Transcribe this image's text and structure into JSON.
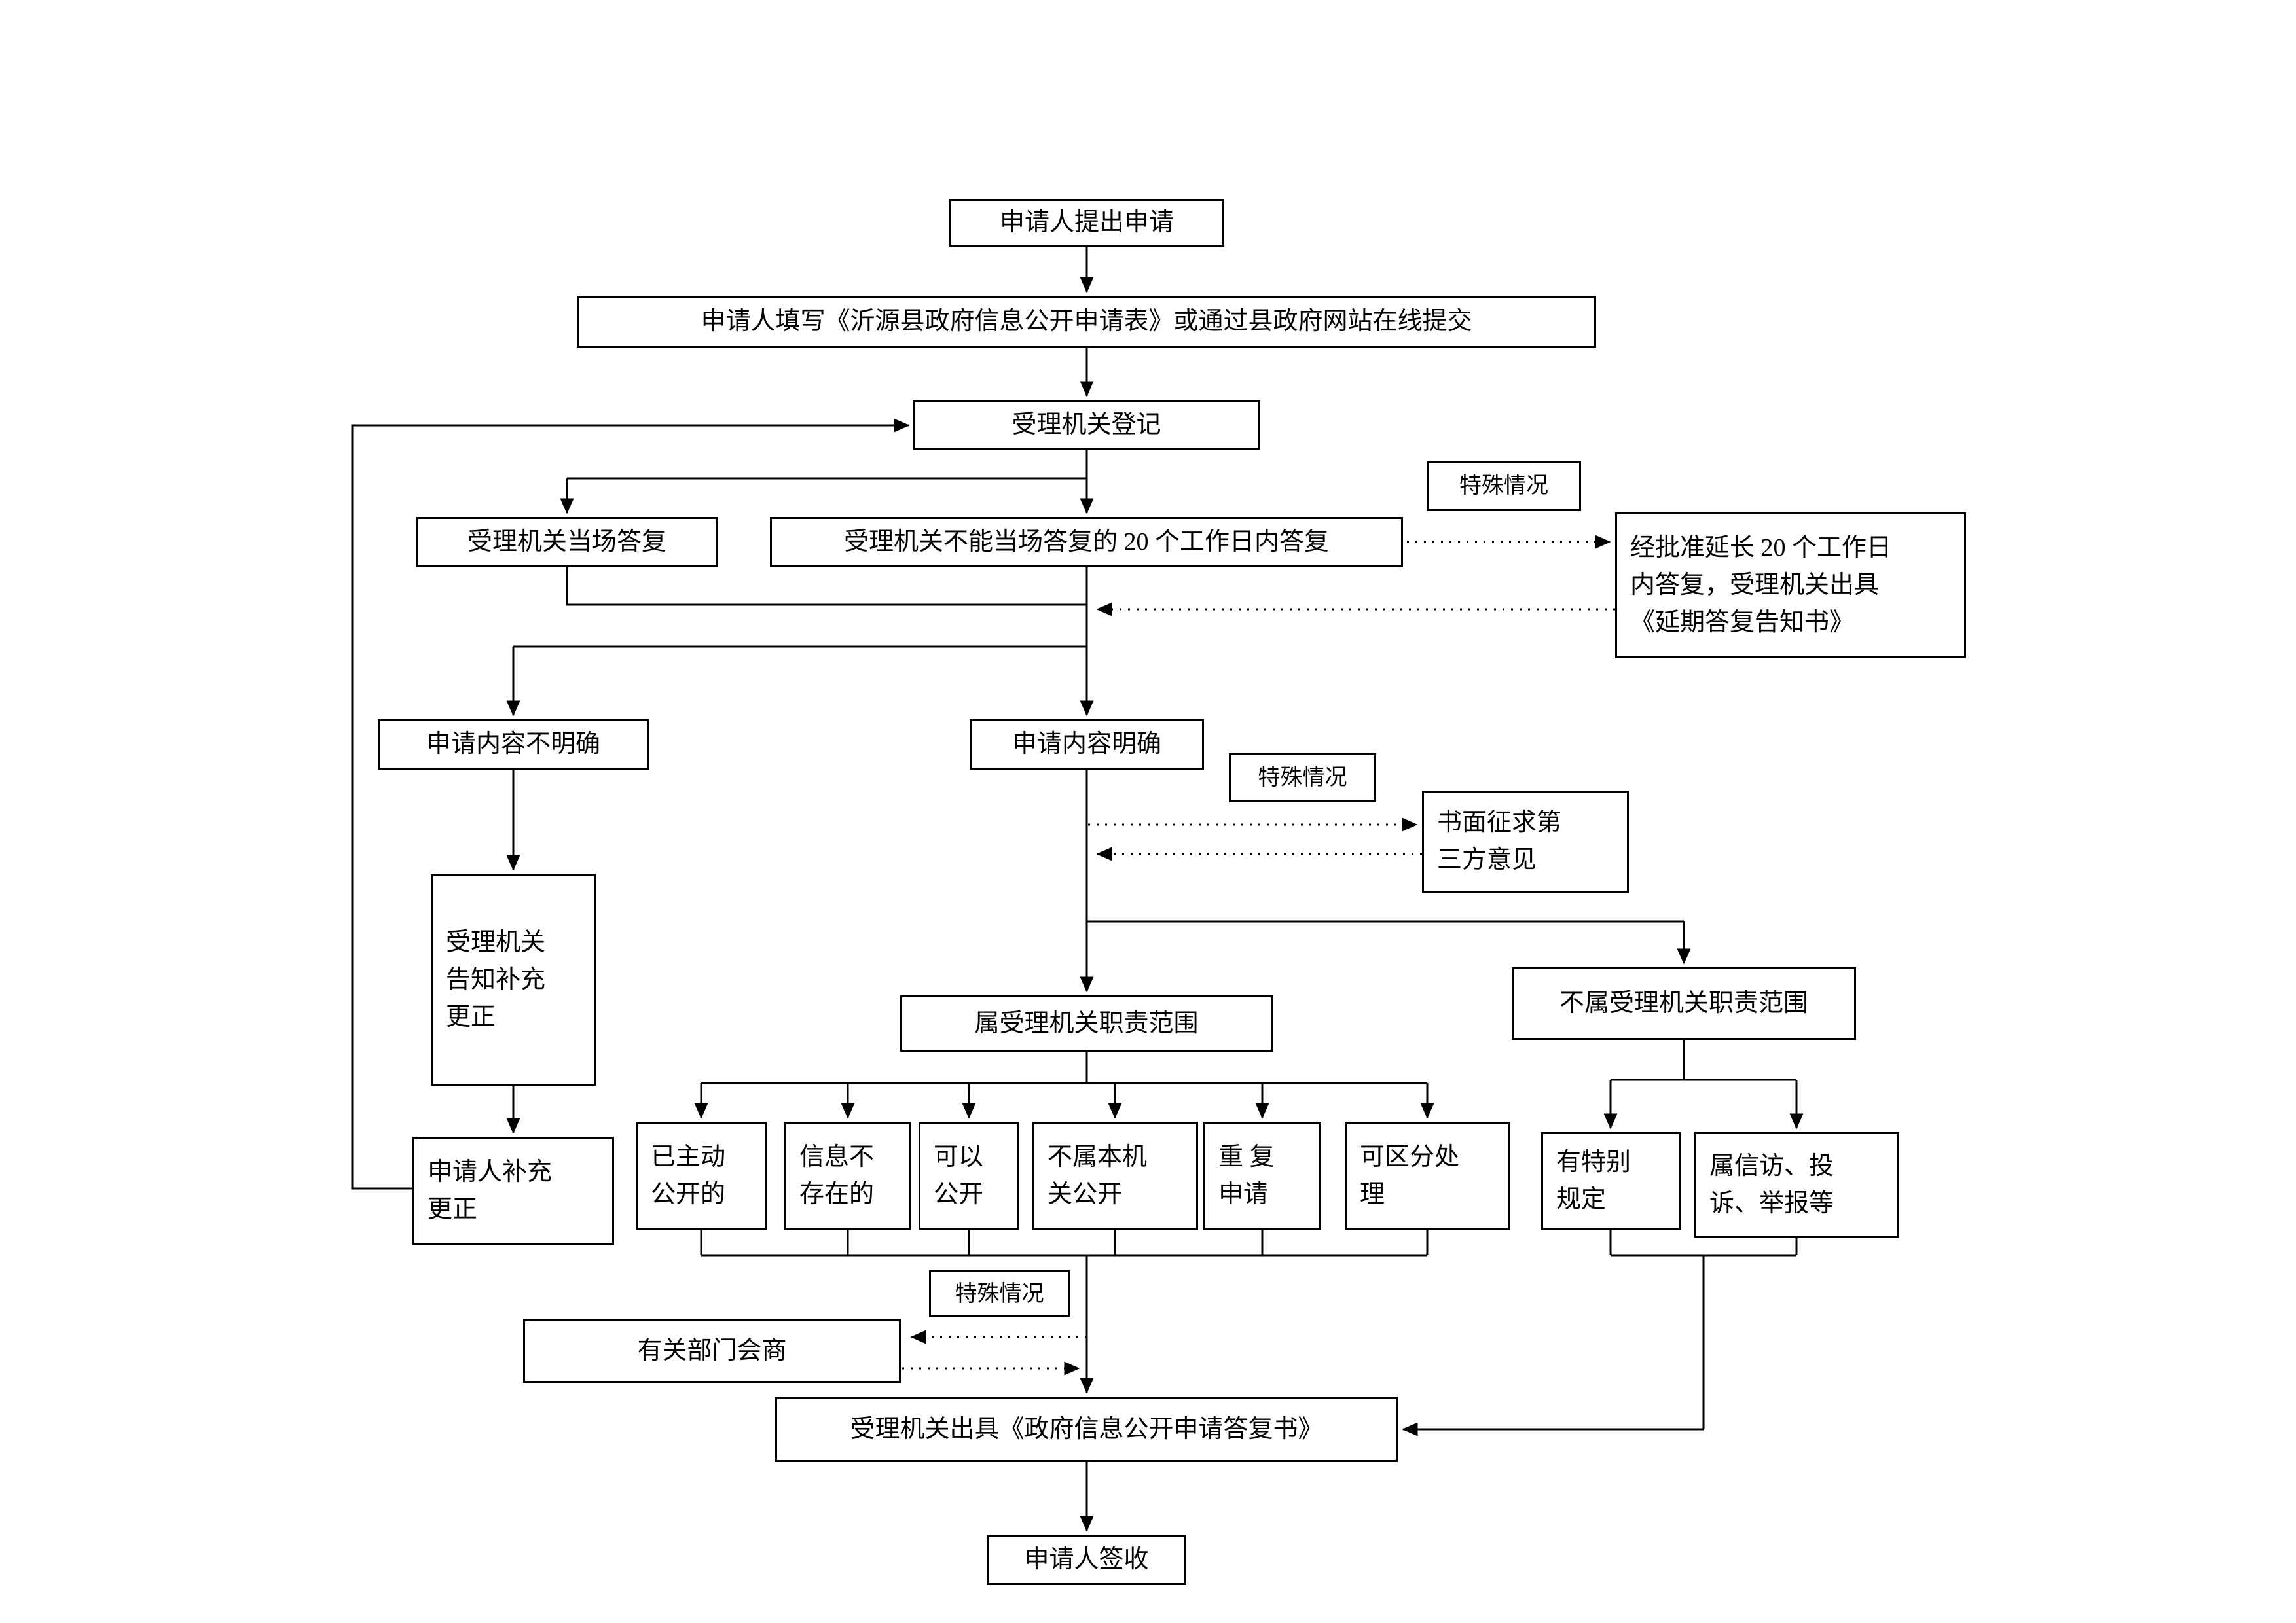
{
  "flowchart": {
    "nodes": {
      "start": "申请人提出申请",
      "fill_form": "申请人填写《沂源县政府信息公开申请表》或通过县政府网站在线提交",
      "register": "受理机关登记",
      "onsite_reply": "受理机关当场答复",
      "reply_20days": "受理机关不能当场答复的 20 个工作日内答复",
      "special_case_1": "特殊情况",
      "extension": "经批准延长 20 个工作日\n内答复，受理机关出具\n《延期答复告知书》",
      "unclear": "申请内容不明确",
      "clear": "申请内容明确",
      "special_case_2": "特殊情况",
      "third_party": "书面征求第\n三方意见",
      "notify_supplement": "受理机关\n告知补充\n更正",
      "in_scope": "属受理机关职责范围",
      "out_scope": "不属受理机关职责范围",
      "applicant_supplement": "申请人补充\n更正",
      "already_public": "已主动\n公开的",
      "not_exist": "信息不\n存在的",
      "can_public": "可以\n公开",
      "not_this_org": "不属本机\n关公开",
      "repeat_apply": "重 复\n申请",
      "partial": "可区分处\n理",
      "special_rule": "有特别\n规定",
      "petition": "属信访、投\n诉、举报等",
      "special_case_3": "特殊情况",
      "consult": "有关部门会商",
      "reply_doc": "受理机关出具《政府信息公开申请答复书》",
      "sign": "申请人签收"
    }
  }
}
